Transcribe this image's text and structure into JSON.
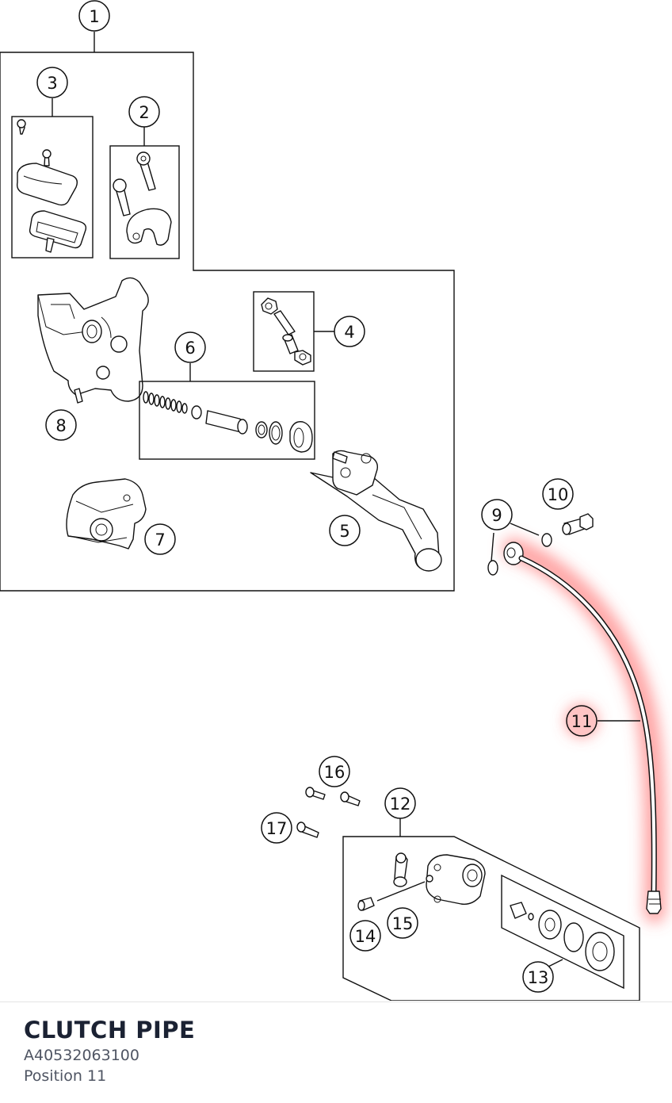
{
  "diagram": {
    "callouts": [
      "1",
      "2",
      "3",
      "4",
      "5",
      "6",
      "7",
      "8",
      "9",
      "10",
      "11",
      "12",
      "13",
      "14",
      "15",
      "16",
      "17"
    ],
    "highlighted_position": "11",
    "highlight_color": "#ff6b6b"
  },
  "part": {
    "name": "CLUTCH PIPE",
    "number": "A40532063100",
    "position": "Position 11"
  }
}
